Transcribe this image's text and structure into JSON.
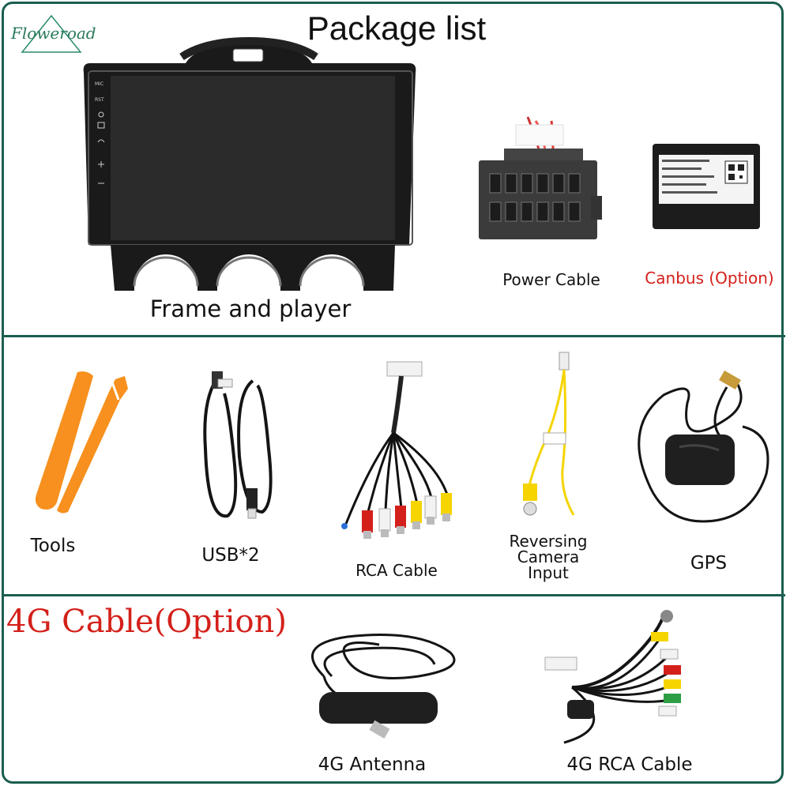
{
  "brand": {
    "logo_text": "Floweroad"
  },
  "header": {
    "title": "Package list"
  },
  "section1": {
    "main_label": "Frame and player",
    "power_label": "Power Cable",
    "canbus_label": "Canbus (Option)"
  },
  "section2": {
    "tools_label": "Tools",
    "usb_label": "USB*2",
    "rca_label": "RCA Cable",
    "reversing_line1": "Reversing",
    "reversing_line2": "Camera",
    "reversing_line3": "Input",
    "gps_label": "GPS"
  },
  "section3": {
    "title": "4G Cable(Option)",
    "antenna_label": "4G Antenna",
    "rca4g_label": "4G RCA Cable"
  },
  "colors": {
    "border": "#1b5e4f",
    "red": "#d4201a",
    "orange": "#f7901e",
    "yellow": "#f5d400"
  }
}
